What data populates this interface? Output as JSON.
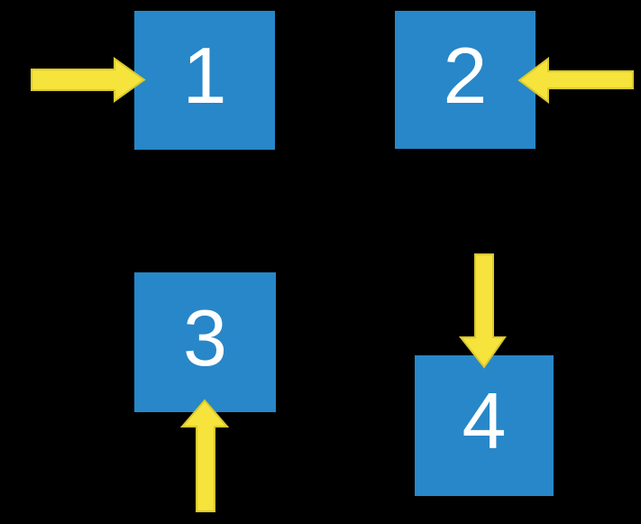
{
  "canvas": {
    "background": "#000000"
  },
  "colors": {
    "square_fill": "#2787C8",
    "label_text": "#FFFFFF",
    "arrow_fill": "#F6E33B",
    "arrow_outline": "#D9C92F"
  },
  "squares": [
    {
      "label": "1",
      "position": "top-left",
      "arrow_direction": "right-pointing arrow at left side"
    },
    {
      "label": "2",
      "position": "top-right",
      "arrow_direction": "left-pointing arrow at right side"
    },
    {
      "label": "3",
      "position": "bottom-left",
      "arrow_direction": "up-pointing arrow at bottom side"
    },
    {
      "label": "4",
      "position": "bottom-right",
      "arrow_direction": "down-pointing arrow at top side"
    }
  ],
  "arrows": [
    {
      "direction": "right",
      "target_label": "1"
    },
    {
      "direction": "left",
      "target_label": "2"
    },
    {
      "direction": "up",
      "target_label": "3"
    },
    {
      "direction": "down",
      "target_label": "4"
    }
  ]
}
